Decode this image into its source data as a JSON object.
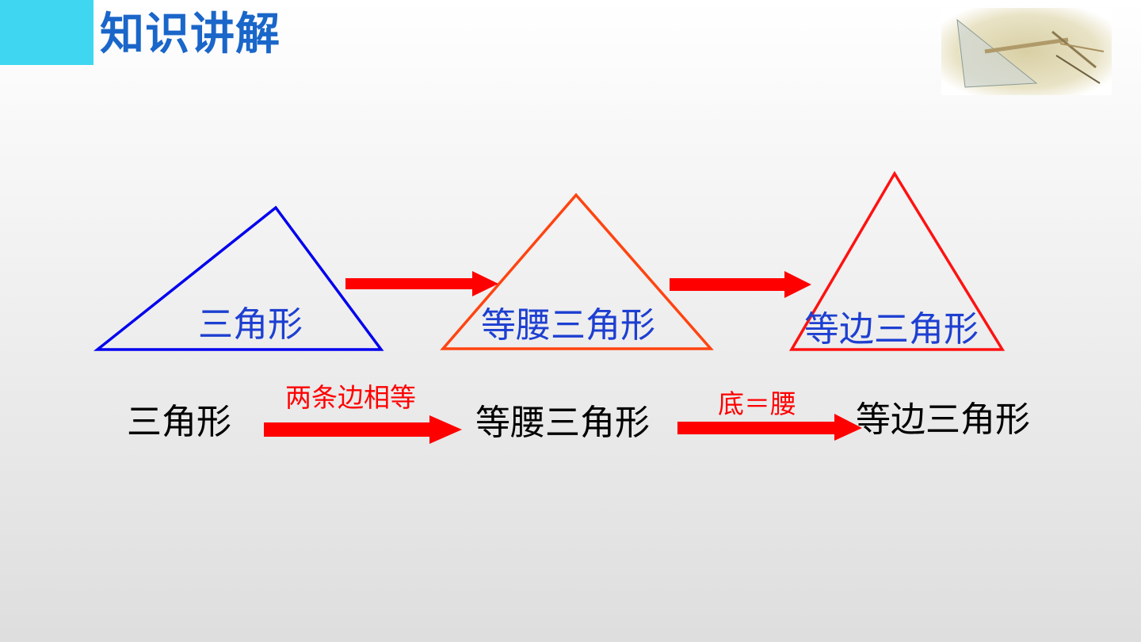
{
  "header": {
    "title": "知识讲解",
    "accent_color": "#3fd6f2",
    "title_color": "#1a66c9"
  },
  "decoration": {
    "icon": "ruler-and-set-square-image"
  },
  "shapes_row": {
    "triangles": [
      {
        "label": "三角形",
        "stroke": "#0000ee"
      },
      {
        "label": "等腰三角形",
        "stroke": "#ff4411"
      },
      {
        "label": "等边三角形",
        "stroke": "#ff1111"
      }
    ],
    "arrow_color": "#ff0000"
  },
  "flow_row": {
    "steps": [
      "三角形",
      "等腰三角形",
      "等边三角形"
    ],
    "conditions": [
      "两条边相等",
      "底＝腰"
    ],
    "arrow_color": "#ff0000"
  }
}
